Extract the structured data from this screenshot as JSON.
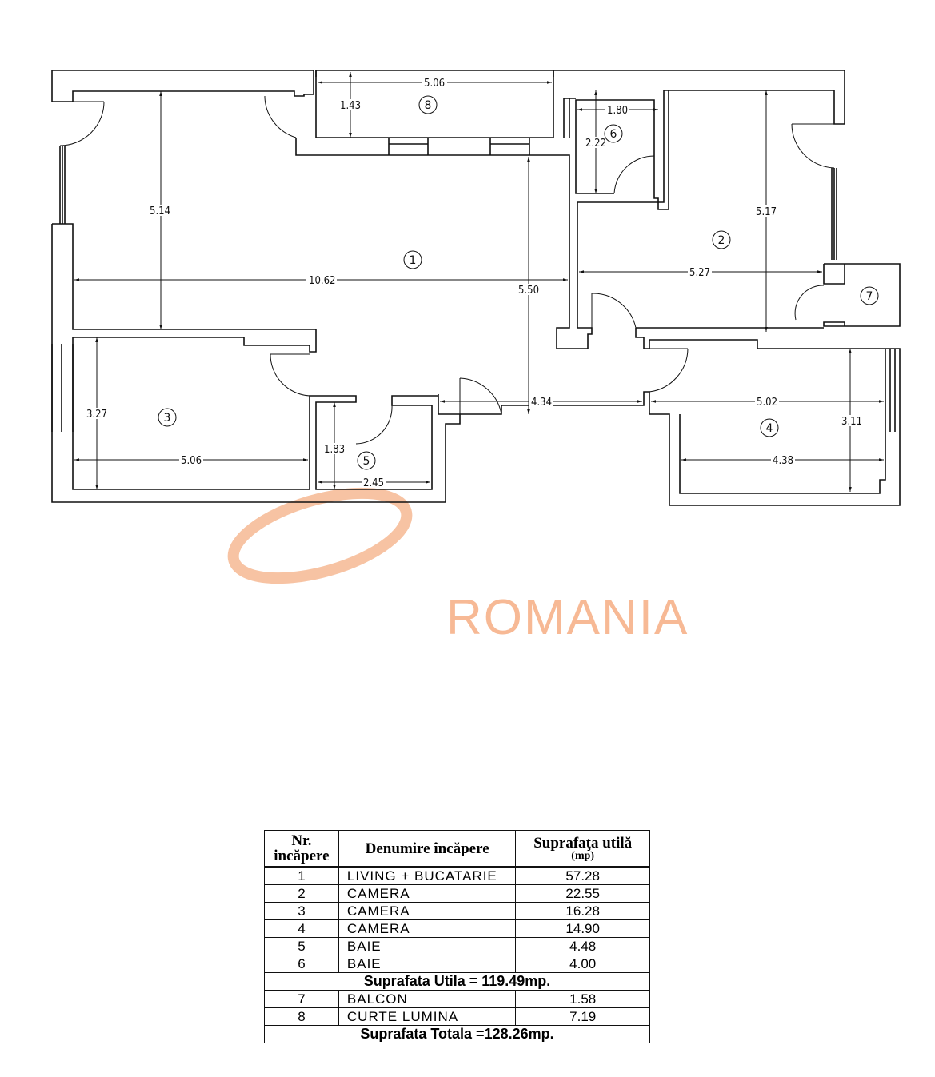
{
  "plan": {
    "dimensions": {
      "d_8_width": "5.06",
      "d_8_height": "1.43",
      "d_6_width": "1.80",
      "d_6_height": "2.22",
      "d_1_height": "5.14",
      "d_1_width": "10.62",
      "d_1_depth": "5.50",
      "d_2_height": "5.17",
      "d_2_width": "5.27",
      "d_3_height": "3.27",
      "d_3_width": "5.06",
      "d_5_height": "1.83",
      "d_5_width": "2.45",
      "d_hall": "4.34",
      "d_4_width_top": "5.02",
      "d_4_height": "3.11",
      "d_4_width_bottom": "4.38"
    },
    "room_labels": [
      "1",
      "2",
      "3",
      "4",
      "5",
      "6",
      "7",
      "8"
    ],
    "watermark": {
      "text": "ROMANIA",
      "color": "#f7b995"
    }
  },
  "table": {
    "headers": {
      "nr": "Nr.",
      "nr2": "incăpere",
      "name": "Denumire încăpere",
      "area": "Suprafaţa utilă",
      "unit": "(mp)"
    },
    "rows_a": [
      {
        "nr": "1",
        "name": "LIVING  +  BUCATARIE",
        "area": "57.28"
      },
      {
        "nr": "2",
        "name": "CAMERA",
        "area": "22.55"
      },
      {
        "nr": "3",
        "name": "CAMERA",
        "area": "16.28"
      },
      {
        "nr": "4",
        "name": "CAMERA",
        "area": "14.90"
      },
      {
        "nr": "5",
        "name": "BAIE",
        "area": "4.48"
      },
      {
        "nr": "6",
        "name": "BAIE",
        "area": "4.00"
      }
    ],
    "subtotal": "Suprafata Utila = 119.49mp.",
    "rows_b": [
      {
        "nr": "7",
        "name": "BALCON",
        "area": "1.58"
      },
      {
        "nr": "8",
        "name": "CURTE  LUMINA",
        "area": "7.19"
      }
    ],
    "total": "Suprafata Totala =128.26mp."
  }
}
